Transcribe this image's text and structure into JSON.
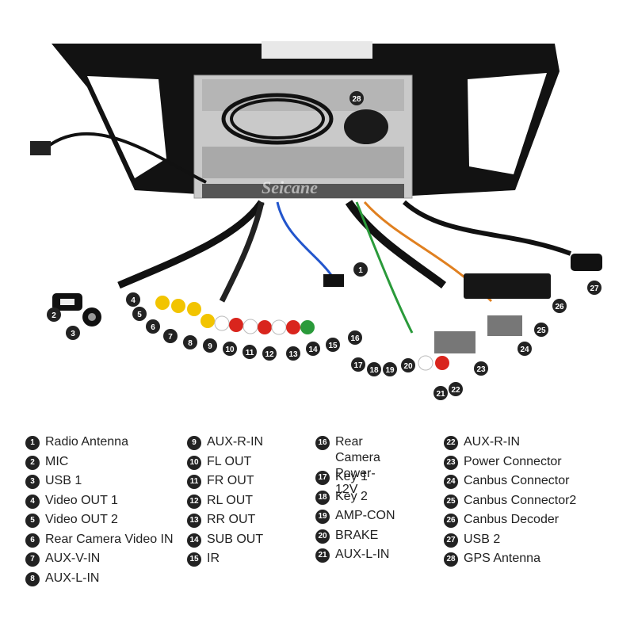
{
  "photo": {
    "watermark": "Seicane",
    "markers": [
      "1",
      "2",
      "3",
      "4",
      "5",
      "6",
      "7",
      "8",
      "9",
      "10",
      "11",
      "12",
      "13",
      "14",
      "15",
      "16",
      "17",
      "18",
      "19",
      "20",
      "21",
      "22",
      "23",
      "24",
      "25",
      "26",
      "27",
      "28"
    ]
  },
  "legend": {
    "col1": [
      {
        "num": "1",
        "label": "Radio Antenna"
      },
      {
        "num": "2",
        "label": "MIC"
      },
      {
        "num": "3",
        "label": "USB 1"
      },
      {
        "num": "4",
        "label": "Video OUT 1"
      },
      {
        "num": "5",
        "label": "Video OUT 2"
      },
      {
        "num": "6",
        "label": "Rear Camera Video IN"
      },
      {
        "num": "7",
        "label": "AUX-V-IN"
      },
      {
        "num": "8",
        "label": "AUX-L-IN"
      }
    ],
    "col2": [
      {
        "num": "9",
        "label": "AUX-R-IN"
      },
      {
        "num": "10",
        "label": "FL OUT"
      },
      {
        "num": "11",
        "label": "FR OUT"
      },
      {
        "num": "12",
        "label": "RL OUT"
      },
      {
        "num": "13",
        "label": "RR OUT"
      },
      {
        "num": "14",
        "label": "SUB OUT"
      },
      {
        "num": "15",
        "label": "IR"
      }
    ],
    "col3": [
      {
        "num": "16",
        "label": "Rear Camera\nPower-12V"
      },
      {
        "num": "17",
        "label": "Key 1"
      },
      {
        "num": "18",
        "label": "Key 2"
      },
      {
        "num": "19",
        "label": "AMP-CON"
      },
      {
        "num": "20",
        "label": "BRAKE"
      },
      {
        "num": "21",
        "label": "AUX-L-IN"
      }
    ],
    "col4": [
      {
        "num": "22",
        "label": "AUX-R-IN"
      },
      {
        "num": "23",
        "label": "Power Connector"
      },
      {
        "num": "24",
        "label": "Canbus Connector"
      },
      {
        "num": "25",
        "label": "Canbus Connector2"
      },
      {
        "num": "26",
        "label": "Canbus Decoder"
      },
      {
        "num": "27",
        "label": "USB 2"
      },
      {
        "num": "28",
        "label": "GPS Antenna"
      }
    ]
  }
}
